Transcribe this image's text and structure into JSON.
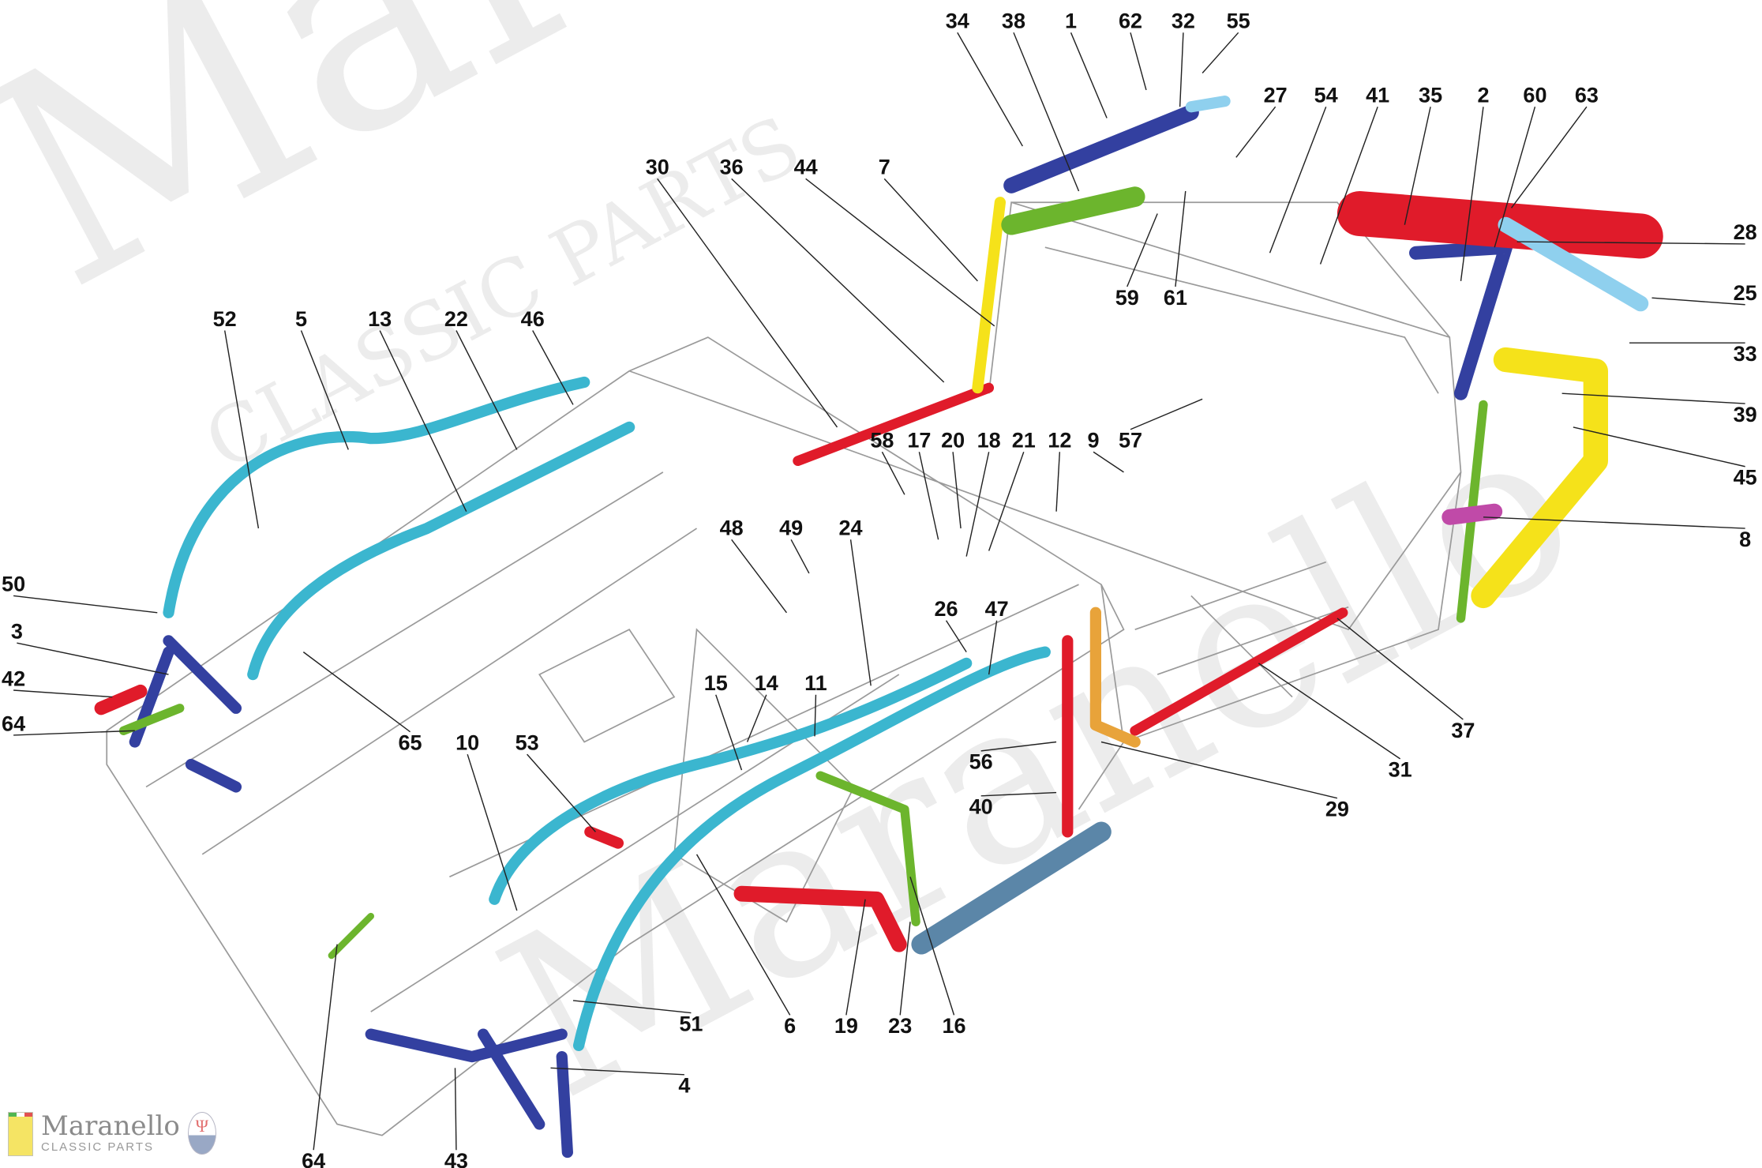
{
  "diagram": {
    "title": "Chassis body structure parts",
    "callouts": [
      "34",
      "38",
      "1",
      "62",
      "32",
      "55",
      "27",
      "54",
      "41",
      "35",
      "2",
      "60",
      "63",
      "30",
      "36",
      "44",
      "7",
      "59",
      "61",
      "28",
      "25",
      "33",
      "39",
      "45",
      "8",
      "52",
      "5",
      "13",
      "22",
      "46",
      "58",
      "17",
      "20",
      "18",
      "21",
      "12",
      "9",
      "57",
      "48",
      "49",
      "24",
      "26",
      "47",
      "50",
      "3",
      "42",
      "64",
      "15",
      "14",
      "11",
      "65",
      "10",
      "53",
      "56",
      "40",
      "6",
      "19",
      "23",
      "16",
      "51",
      "4",
      "43",
      "64",
      "37",
      "31",
      "29"
    ]
  },
  "watermark": {
    "text": "Maranello",
    "sub": "CLASSIC PARTS"
  },
  "logo": {
    "brand": "Maranello",
    "tagline": "CLASSIC PARTS",
    "left_badge": "Ferrari",
    "right_badge": "MASERATI"
  },
  "colors": {
    "cyan": "#3bb6cf",
    "blue": "#3340a0",
    "red": "#e01b2a",
    "yellow": "#f5e21a",
    "green": "#6cb52d",
    "lightblue": "#8fd0ee",
    "steel": "#5b86a8",
    "orange": "#e8a33a",
    "magenta": "#c04aa8"
  }
}
